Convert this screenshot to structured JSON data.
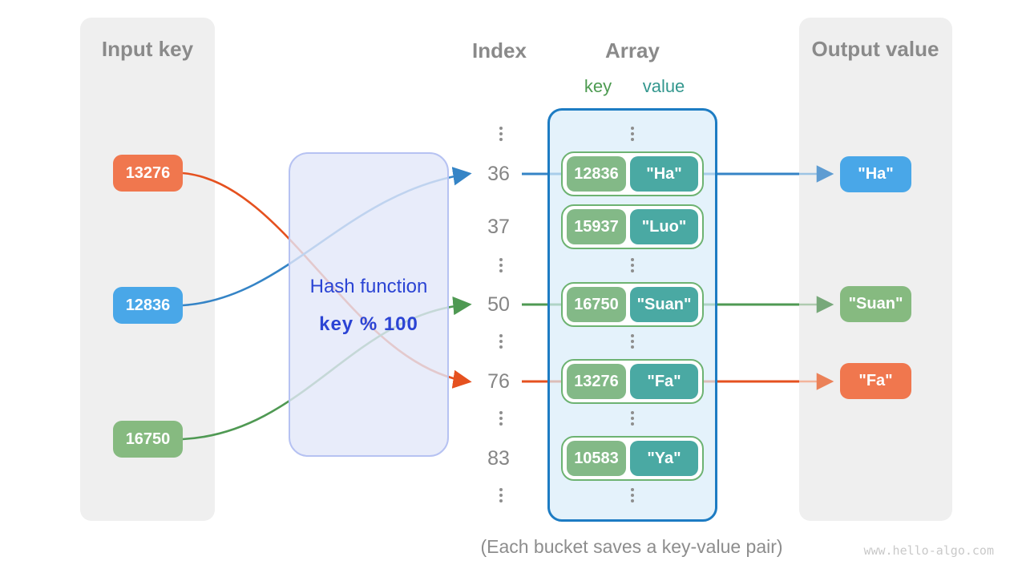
{
  "panels": {
    "input": {
      "title": "Input key"
    },
    "output": {
      "title": "Output value"
    }
  },
  "columns": {
    "index_title": "Index",
    "array_title": "Array",
    "key_label": "key",
    "value_label": "value"
  },
  "hash_function": {
    "title": "Hash function",
    "formula": "key % 100"
  },
  "input_keys": [
    {
      "value": "13276",
      "color": "#f0774e"
    },
    {
      "value": "12836",
      "color": "#49a7e8"
    },
    {
      "value": "16750",
      "color": "#86ba80"
    }
  ],
  "buckets": [
    {
      "index": "36",
      "key": "12836",
      "value": "\"Ha\""
    },
    {
      "index": "37",
      "key": "15937",
      "value": "\"Luo\""
    },
    {
      "index": "50",
      "key": "16750",
      "value": "\"Suan\""
    },
    {
      "index": "76",
      "key": "13276",
      "value": "\"Fa\""
    },
    {
      "index": "83",
      "key": "10583",
      "value": "\"Ya\""
    }
  ],
  "output_values": [
    {
      "value": "\"Ha\"",
      "color": "#49a7e8"
    },
    {
      "value": "\"Suan\"",
      "color": "#86ba80"
    },
    {
      "value": "\"Fa\"",
      "color": "#f0774e"
    }
  ],
  "caption": "(Each bucket saves a key-value pair)",
  "watermark": "www.hello-algo.com",
  "colors": {
    "panel_gray": "#efefef",
    "heading_gray": "#8a8a8a",
    "orange": "#f0774e",
    "blue": "#49a7e8",
    "green": "#86ba80",
    "bucket_key_green": "#83b987",
    "bucket_value_teal": "#4aa9a3",
    "pair_border_green": "#6db372",
    "array_border_blue": "#1d7cc3",
    "hash_text_blue": "#2b44d4",
    "arrow_blue": "#3584c6",
    "arrow_green": "#4f9953",
    "arrow_orange": "#e5511f"
  }
}
